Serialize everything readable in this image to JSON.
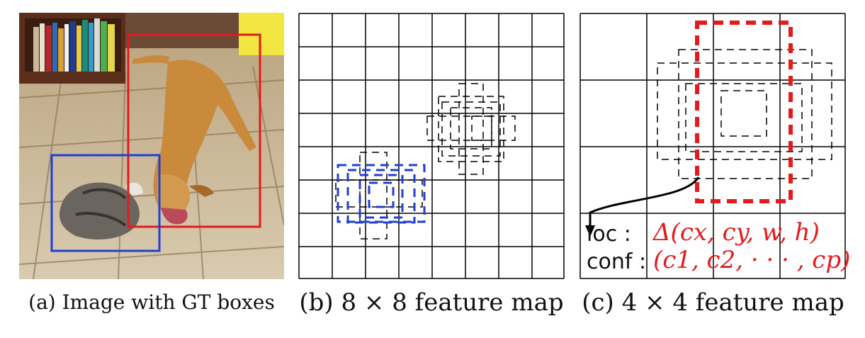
{
  "captions": {
    "a": "(a) Image with GT boxes",
    "b": "(b) 8 × 8 feature map",
    "c": "(c) 4 × 4 feature map"
  },
  "panel_c": {
    "loc_label": "loc :",
    "loc_value": "Δ(cx, cy, w, h)",
    "conf_label": "conf :",
    "conf_value": "(c1, c2, · · · , cp)"
  },
  "grids": {
    "b": 8,
    "c": 4
  },
  "colors": {
    "gt_dog": "#e41a1c",
    "gt_cat": "#1f3fd6",
    "default_box": "#000000",
    "text_red": "#e41a1c"
  }
}
